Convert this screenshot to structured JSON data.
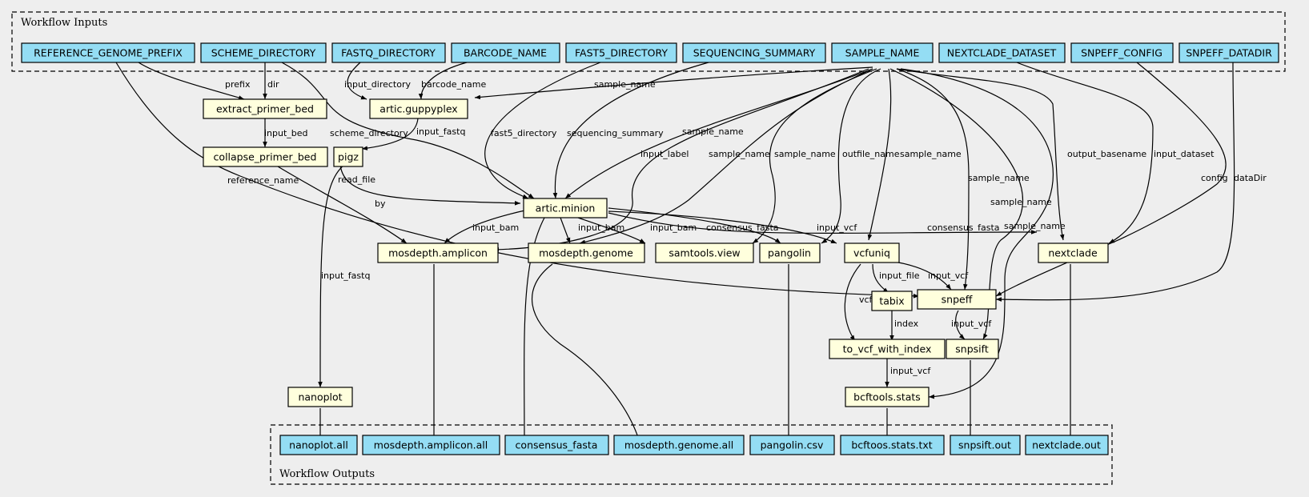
{
  "clusters": {
    "inputs_title": "Workflow Inputs",
    "outputs_title": "Workflow Outputs"
  },
  "colors": {
    "input_fill": "#94ddf4",
    "step_fill": "#ffffdd",
    "background": "#eeeeee"
  },
  "nodes": {
    "reference_genome_prefix": "REFERENCE_GENOME_PREFIX",
    "scheme_directory": "SCHEME_DIRECTORY",
    "fastq_directory": "FASTQ_DIRECTORY",
    "barcode_name": "BARCODE_NAME",
    "fast5_directory": "FAST5_DIRECTORY",
    "sequencing_summary": "SEQUENCING_SUMMARY",
    "sample_name": "SAMPLE_NAME",
    "nextclade_dataset": "NEXTCLADE_DATASET",
    "snpeff_config": "SNPEFF_CONFIG",
    "snpeff_datadir": "SNPEFF_DATADIR",
    "extract_primer_bed": "extract_primer_bed",
    "artic_guppyplex": "artic.guppyplex",
    "collapse_primer_bed": "collapse_primer_bed",
    "pigz": "pigz",
    "artic_minion": "artic.minion",
    "mosdepth_amplicon": "mosdepth.amplicon",
    "mosdepth_genome": "mosdepth.genome",
    "samtools_view": "samtools.view",
    "pangolin": "pangolin",
    "vcfuniq": "vcfuniq",
    "nextclade": "nextclade",
    "tabix": "tabix",
    "snpeff": "snpeff",
    "to_vcf_with_index": "to_vcf_with_index",
    "snpsift": "snpsift",
    "nanoplot": "nanoplot",
    "bcftools_stats": "bcftools.stats",
    "out_nanoplot_all": "nanoplot.all",
    "out_mosdepth_amplicon_all": "mosdepth.amplicon.all",
    "out_consensus_fasta": "consensus_fasta",
    "out_mosdepth_genome_all": "mosdepth.genome.all",
    "out_pangolin_csv": "pangolin.csv",
    "out_bcftoos_stats_txt": "bcftoos.stats.txt",
    "out_snpsift_out": "snpsift.out",
    "out_nextclade_out": "nextclade.out"
  },
  "edge_labels": {
    "prefix": "prefix",
    "dir": "dir",
    "input_directory": "input_directory",
    "barcode_name": "barcode_name",
    "sample_name": "sample_name",
    "input_bed": "input_bed",
    "input_fastq": "input_fastq",
    "scheme_directory": "scheme_directory",
    "fast5_directory": "fast5_directory",
    "sequencing_summary": "sequencing_summary",
    "input_label": "input_label",
    "outfile_name": "outfile_name",
    "output_basename": "output_basename",
    "input_dataset": "input_dataset",
    "config": "config",
    "dataDir": "dataDir",
    "reference_name": "reference_name",
    "read_file": "read_file",
    "by": "by",
    "input_bam": "input_bam",
    "consensus_fasta": "consensus_fasta",
    "input_vcf": "input_vcf",
    "input_file": "input_file",
    "vcf": "vcf",
    "index": "index"
  }
}
